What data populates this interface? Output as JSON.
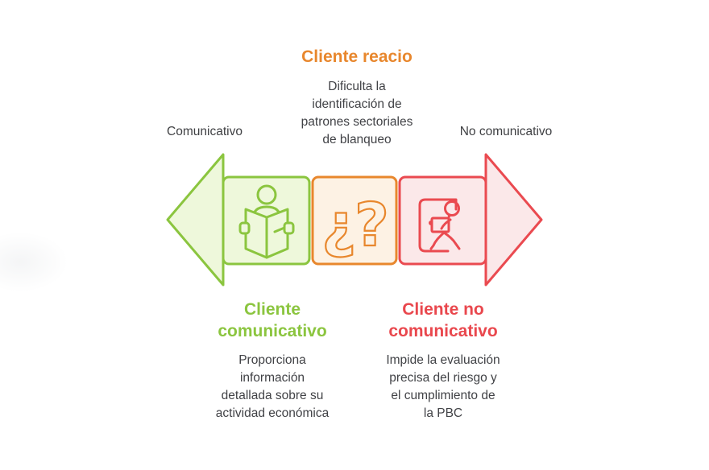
{
  "top": {
    "title": "Cliente reacio",
    "title_color": "#e8872d",
    "description": "Dificulta la\nidentificación de\npatrones sectoriales\nde blanqueo"
  },
  "axis": {
    "left_label": "Comunicativo",
    "right_label": "No comunicativo"
  },
  "arrow": {
    "direction": "double-headed horizontal",
    "segments": [
      {
        "label": "Cliente comunicativo",
        "icon": "person-reading-book-icon",
        "stroke": "#8bc53f",
        "fill": "#eef8db"
      },
      {
        "label": "Cliente reacio",
        "icon": "question-marks-icon",
        "glyph": "¿?",
        "stroke": "#e8872d",
        "fill": "#fdf2e4"
      },
      {
        "label": "Cliente no comunicativo",
        "icon": "person-leaving-door-icon",
        "stroke": "#ea4a50",
        "fill": "#fbe8e9"
      }
    ],
    "left_head_color": "#8bc53f",
    "right_head_color": "#ea4a50"
  },
  "bottom_left": {
    "title": "Cliente\ncomunicativo",
    "title_color": "#8bc53f",
    "description": "Proporciona\ninformación\ndetallada sobre su\nactividad económica"
  },
  "bottom_right": {
    "title": "Cliente no\ncomunicativo",
    "title_color": "#e9474d",
    "description": "Impide la evaluación\nprecisa del riesgo y\nel cumplimiento de\nla PBC"
  },
  "text_color": "#414246",
  "background": "#ffffff"
}
